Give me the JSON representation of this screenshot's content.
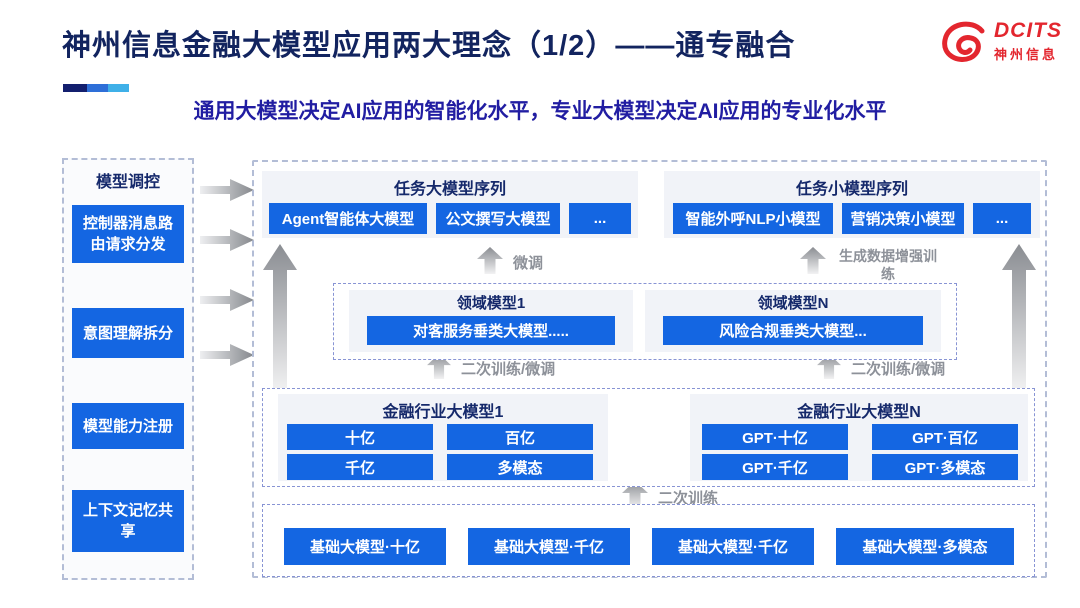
{
  "header": {
    "title": "神州信息金融大模型应用两大理念（1/2）——通专融合",
    "subtitle": "通用大模型决定AI应用的智能化水平，专业大模型决定AI应用的专业化水平",
    "logo": {
      "name": "DCITS",
      "cn": "神州信息"
    }
  },
  "sidebar": {
    "title": "模型调控",
    "items": [
      {
        "label": "控制器消息路由请求分发"
      },
      {
        "label": "意图理解拆分"
      },
      {
        "label": "模型能力注册"
      },
      {
        "label": "上下文记忆共享"
      }
    ]
  },
  "diagram": {
    "task_large_group": {
      "title": "任务大模型序列",
      "boxes": [
        "Agent智能体大模型",
        "公文撰写大模型",
        "..."
      ]
    },
    "task_small_group": {
      "title": "任务小模型序列",
      "boxes": [
        "智能外呼NLP小模型",
        "营销决策小模型",
        "..."
      ]
    },
    "labels": {
      "finetune": "微调",
      "gen_data_training": "生成数据增强训练",
      "secondary_finetune": "二次训练/微调",
      "secondary_training": "二次训练"
    },
    "domain_group": {
      "left": {
        "title": "领域模型1",
        "box": "对客服务垂类大模型....."
      },
      "right": {
        "title": "领域模型N",
        "box": "风险合规垂类大模型..."
      }
    },
    "industry_group": {
      "left": {
        "title": "金融行业大模型1",
        "boxes": [
          "十亿",
          "百亿",
          "千亿",
          "多模态"
        ]
      },
      "right": {
        "title": "金融行业大模型N",
        "boxes": [
          "GPT·十亿",
          "GPT·百亿",
          "GPT·千亿",
          "GPT·多模态"
        ]
      }
    },
    "base_row": {
      "boxes": [
        "基础大模型·十亿",
        "基础大模型·千亿",
        "基础大模型·千亿",
        "基础大模型·多模态"
      ]
    }
  },
  "colors": {
    "accent_blue": "#1466e2",
    "title_navy": "#12245f",
    "subtitle_blue": "#211da2",
    "logo_red": "#e3262e",
    "arrow_gray": "#8d9199"
  }
}
